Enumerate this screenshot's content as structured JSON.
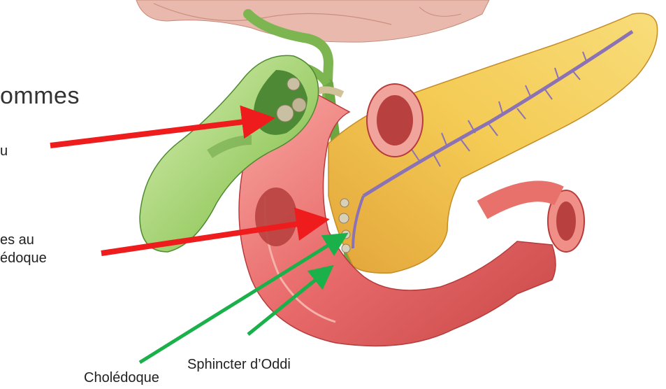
{
  "slide": {
    "title_fragment": "ommes",
    "labels": {
      "gallbladder_fragment": "u",
      "bile_duct_line1": "es au",
      "bile_duct_line2": "édoque",
      "sphincter": "Sphincter d’Oddi",
      "choledoque": "Cholédoque"
    }
  },
  "colors": {
    "red_arrow": "#ee1c1c",
    "green_arrow": "#1ab04a",
    "duodenum": "#e86a6a",
    "gallbladder": "#9ccc6a",
    "pancreas": "#f3c64a",
    "pancreatic_duct": "#8a72b5"
  }
}
